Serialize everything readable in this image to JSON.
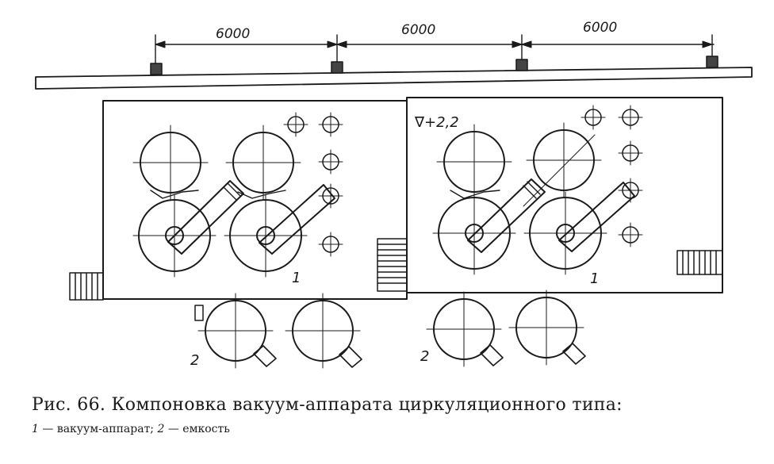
{
  "figure": {
    "caption": "Рис. 66. Компоновка вакуум-аппарата циркуляционного типа:",
    "legend": [
      {
        "num": "1",
        "text": "— вакуум-аппарат;"
      },
      {
        "num": "2",
        "text": "— емкость"
      }
    ]
  },
  "dimensions": [
    "6000",
    "6000",
    "6000"
  ],
  "level_mark": "∇+2,2",
  "labels": {
    "apparatus_left": "1",
    "apparatus_right": "1",
    "tank_left": "2",
    "tank_right": "2"
  }
}
